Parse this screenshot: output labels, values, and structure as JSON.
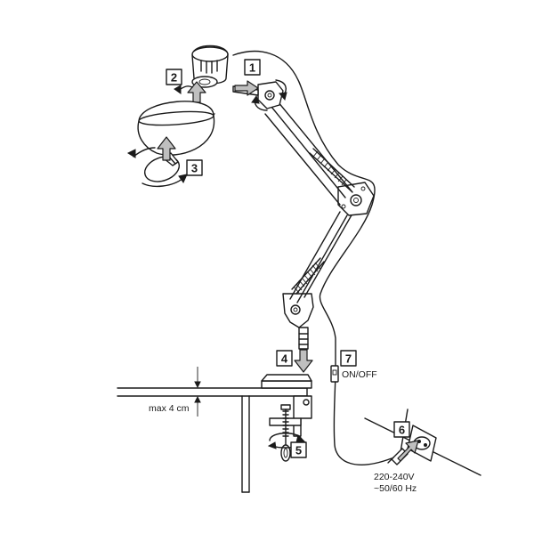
{
  "steps": [
    {
      "number": "1"
    },
    {
      "number": "2"
    },
    {
      "number": "3"
    },
    {
      "number": "4"
    },
    {
      "number": "5"
    },
    {
      "number": "6"
    },
    {
      "number": "7"
    }
  ],
  "labels": {
    "table_thickness": "max 4 cm",
    "switch": "ON/OFF",
    "voltage": "220-240V",
    "frequency": "~50/60 Hz"
  }
}
